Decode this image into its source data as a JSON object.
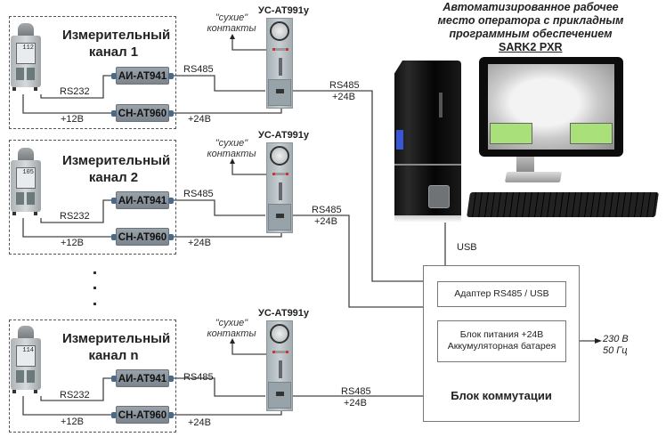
{
  "workstation": {
    "title_lines": [
      "Автоматизированное рабочее",
      "место оператора с прикладным",
      "программным обеспечением"
    ],
    "software": "SARK2 PXR",
    "link_label": "USB"
  },
  "channels": [
    {
      "title_line1": "Измерительный",
      "title_line2": "канал 1",
      "meter_reading": "112",
      "interface_module": "АИ-АТ941",
      "power_module": "СН-АТ960",
      "rs232_label": "RS232",
      "v12_label": "+12В",
      "rs485_label": "RS485",
      "v24_label": "+24В",
      "alarm_unit": "УС-АТ991у",
      "dry_contacts_line1": "\"сухие\"",
      "dry_contacts_line2": "контакты",
      "trunk_rs485": "RS485",
      "trunk_v24": "+24В"
    },
    {
      "title_line1": "Измерительный",
      "title_line2": "канал 2",
      "meter_reading": "105",
      "interface_module": "АИ-АТ941",
      "power_module": "СН-АТ960",
      "rs232_label": "RS232",
      "v12_label": "+12В",
      "rs485_label": "RS485",
      "v24_label": "+24В",
      "alarm_unit": "УС-АТ991у",
      "dry_contacts_line1": "\"сухие\"",
      "dry_contacts_line2": "контакты",
      "trunk_rs485": "RS485",
      "trunk_v24": "+24В"
    },
    {
      "title_line1": "Измерительный",
      "title_line2": "канал n",
      "meter_reading": "114",
      "interface_module": "АИ-АТ941",
      "power_module": "СН-АТ960",
      "rs232_label": "RS232",
      "v12_label": "+12В",
      "rs485_label": "RS485",
      "v24_label": "+24В",
      "alarm_unit": "УС-АТ991у",
      "dry_contacts_line1": "\"сухие\"",
      "dry_contacts_line2": "контакты",
      "trunk_rs485": "RS485",
      "trunk_v24": "+24В"
    }
  ],
  "switch_unit": {
    "title": "Блок коммутации",
    "adapter": "Адаптер RS485 / USB",
    "psu_line1": "Блок питания +24В",
    "psu_line2": "Аккумуляторная батарея",
    "mains_line1": "230 В",
    "mains_line2": "50 Гц"
  }
}
